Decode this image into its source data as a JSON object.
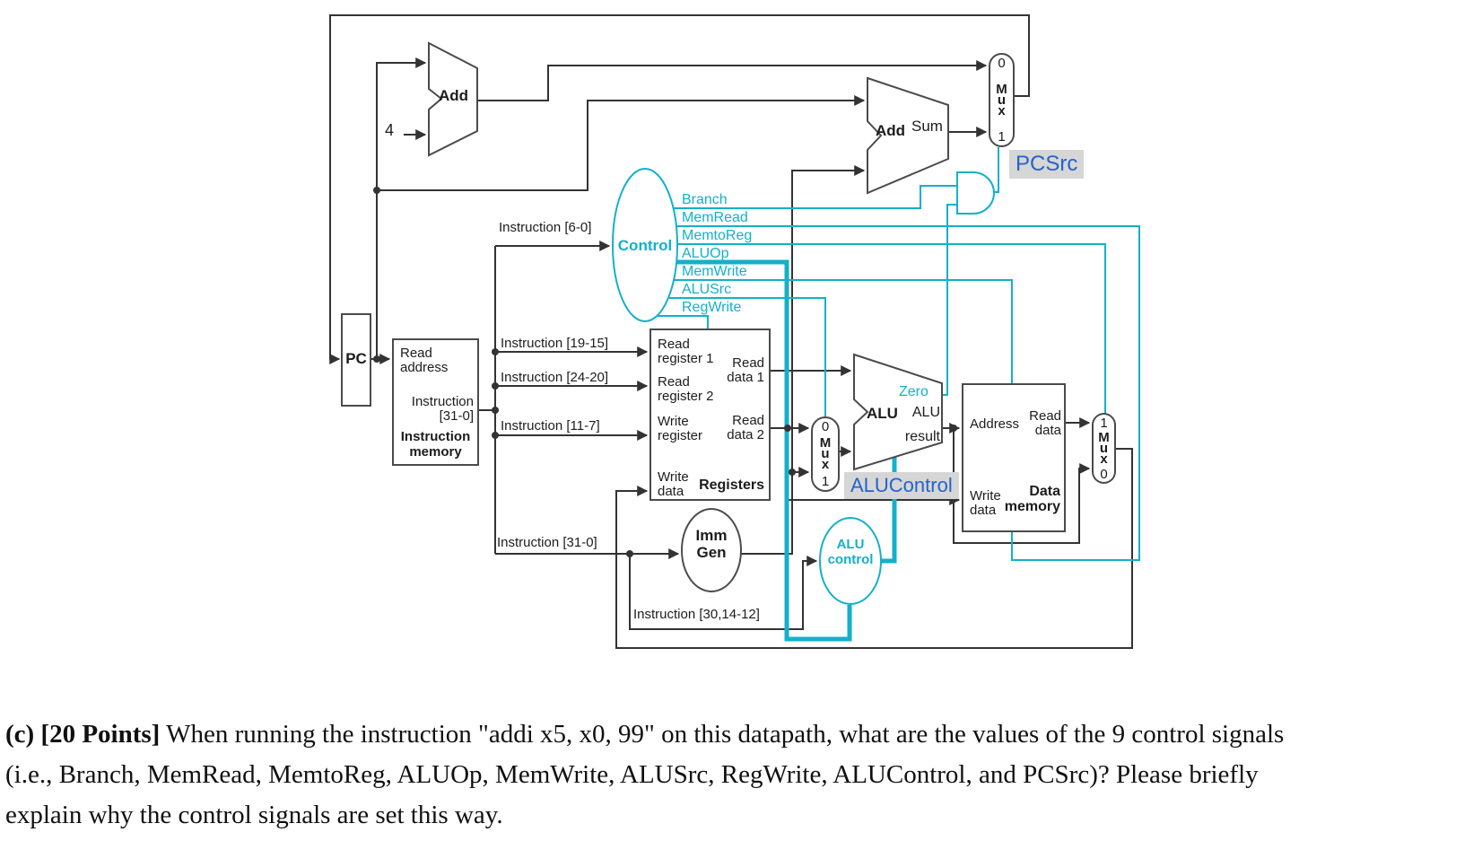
{
  "colors": {
    "teal": "#14b0ca",
    "annotation_blue": "#2363cd",
    "annotation_bg": "#d6d6d6",
    "wire_black": "#333333"
  },
  "diagram": {
    "pc_label": "PC",
    "const_four": "4",
    "pc_adder": {
      "label": "Add"
    },
    "branch_adder": {
      "label": "Add",
      "output_label": "Sum"
    },
    "instruction_memory": {
      "port_read_address": [
        "Read",
        "address"
      ],
      "port_instruction_out": [
        "Instruction",
        "[31-0]"
      ],
      "title": [
        "Instruction",
        "memory"
      ]
    },
    "instruction_taps": {
      "i6_0": "Instruction [6-0]",
      "i19_15": "Instruction [19-15]",
      "i24_20": "Instruction [24-20]",
      "i11_7": "Instruction [11-7]",
      "i31_0": "Instruction [31-0]",
      "i30_14_12": "Instruction [30,14-12]"
    },
    "control": {
      "label": "Control",
      "signals": [
        "Branch",
        "MemRead",
        "MemtoReg",
        "ALUOp",
        "MemWrite",
        "ALUSrc",
        "RegWrite"
      ]
    },
    "registers": {
      "title": "Registers",
      "port_read_reg1": [
        "Read",
        "register 1"
      ],
      "port_read_reg2": [
        "Read",
        "register 2"
      ],
      "port_write_reg": [
        "Write",
        "register"
      ],
      "port_write_data": [
        "Write",
        "data"
      ],
      "out_read_data1": [
        "Read",
        "data 1"
      ],
      "out_read_data2": [
        "Read",
        "data 2"
      ]
    },
    "imm_gen": {
      "label": [
        "Imm",
        "Gen"
      ]
    },
    "alu": {
      "label": "ALU",
      "zero_label": "Zero",
      "result_label": [
        "ALU",
        "result"
      ]
    },
    "alu_control": {
      "label": [
        "ALU",
        "control"
      ]
    },
    "data_memory": {
      "title": [
        "Data",
        "memory"
      ],
      "port_address": "Address",
      "port_write_data": [
        "Write",
        "data"
      ],
      "out_read_data": [
        "Read",
        "data"
      ]
    },
    "muxes": {
      "pc_src": {
        "glyphs": [
          "0",
          "M",
          "u",
          "x",
          "1"
        ]
      },
      "alu_src": {
        "glyphs": [
          "0",
          "M",
          "u",
          "x",
          "1"
        ]
      },
      "writeback": {
        "glyphs": [
          "1",
          "M",
          "u",
          "x",
          "0"
        ]
      }
    },
    "annotations": {
      "pcsrc": "PCSrc",
      "alucontrol": "ALUControl"
    }
  },
  "question": {
    "prefix_bold": "(c) [20 Points]",
    "line1_rest": " When running the instruction \"addi x5, x0, 99\" on this datapath, what are the values of the 9 control signals",
    "line2": "(i.e., Branch, MemRead, MemtoReg, ALUOp, MemWrite, ALUSrc, RegWrite, ALUControl, and PCSrc)? Please briefly",
    "line3": "explain why the control signals are set this way."
  }
}
